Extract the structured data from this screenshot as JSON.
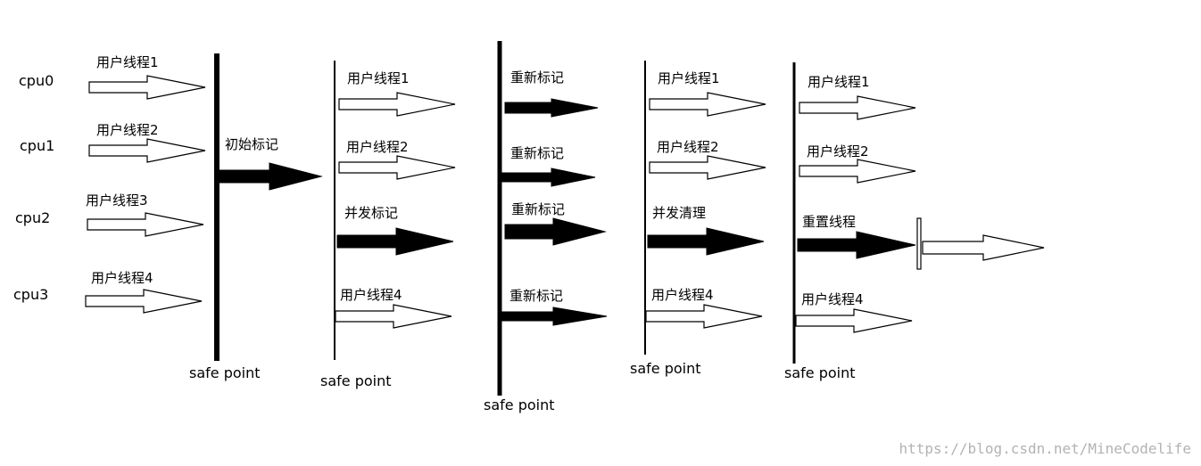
{
  "cpus": [
    "cpu0",
    "cpu1",
    "cpu2",
    "cpu3"
  ],
  "phases": [
    {
      "safepoint": "safe point",
      "labels": [
        "用户线程1",
        "用户线程2",
        "用户线程3",
        "用户线程4"
      ],
      "center": "初始标记"
    },
    {
      "safepoint": "safe point",
      "labels": [
        "用户线程1",
        "用户线程2",
        "并发标记",
        "用户线程4"
      ]
    },
    {
      "safepoint": "safe point",
      "labels": [
        "重新标记",
        "重新标记",
        "重新标记",
        "重新标记"
      ]
    },
    {
      "safepoint": "safe point",
      "labels": [
        "用户线程1",
        "用户线程2",
        "并发清理",
        "用户线程4"
      ]
    },
    {
      "safepoint": "safe point",
      "labels": [
        "用户线程1",
        "用户线程2",
        "重置线程",
        "用户线程4"
      ]
    }
  ],
  "watermark": "https://blog.csdn.net/MineCodelife"
}
